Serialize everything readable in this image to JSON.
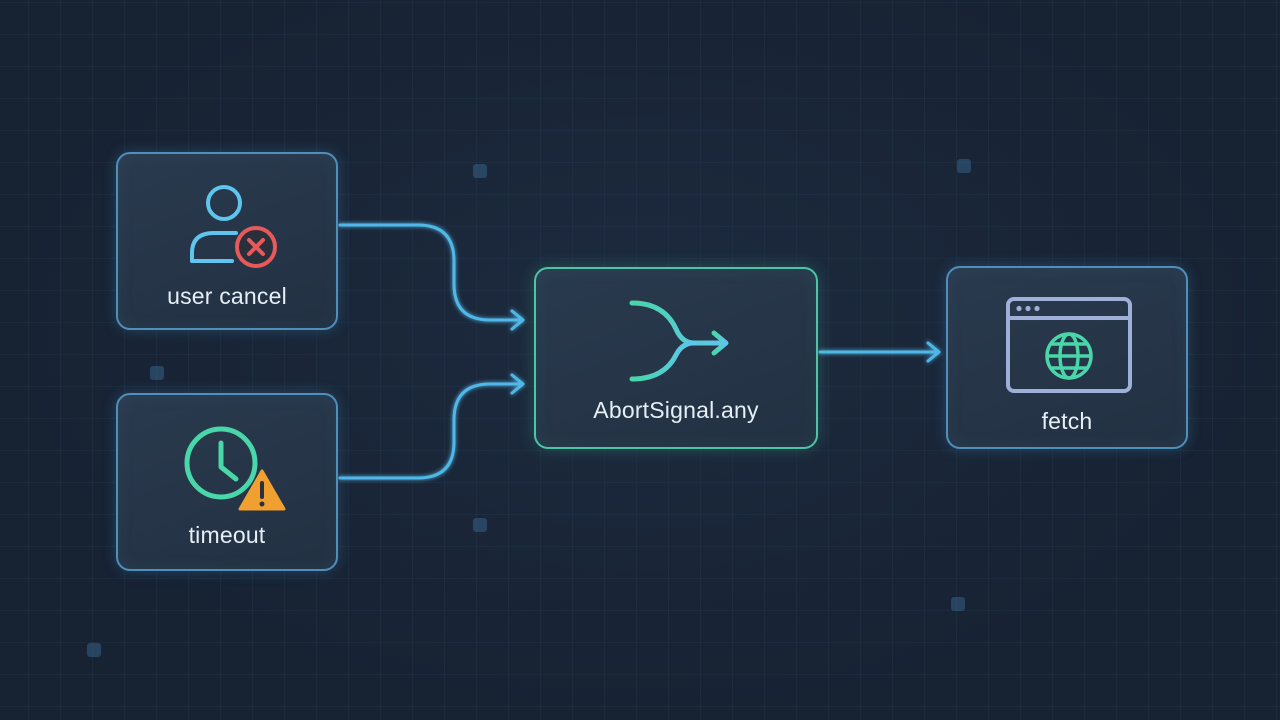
{
  "nodes": {
    "user_cancel": {
      "label": "user cancel",
      "icon": "user-cancel-icon"
    },
    "timeout": {
      "label": "timeout",
      "icon": "clock-warning-icon"
    },
    "abort_any": {
      "label": "AbortSignal.any",
      "icon": "merge-arrow-icon"
    },
    "fetch": {
      "label": "fetch",
      "icon": "browser-globe-icon"
    }
  },
  "colors": {
    "edge": "#4fb8e8",
    "node_border": "#4f8fba",
    "abort_border": "#4fc3a6",
    "cancel_red": "#e85a5a",
    "warning_orange": "#f0a030",
    "accent_green": "#49d6a8"
  }
}
